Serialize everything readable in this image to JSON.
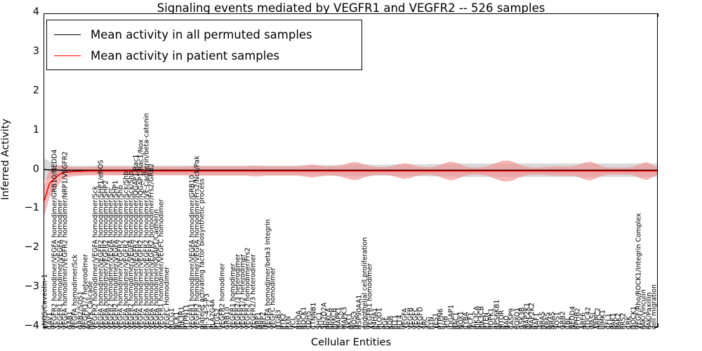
{
  "chart_data": {
    "type": "area",
    "title": "Signaling events mediated by VEGFR1 and VEGFR2 -- 526 samples",
    "xlabel": "Cellular Entities",
    "ylabel": "Inferred Activity",
    "ylim": [
      -4,
      4
    ],
    "yticks": [
      4,
      3,
      2,
      1,
      0,
      -1,
      -2,
      -3,
      -4
    ],
    "grid": false,
    "legend_position": "upper-left",
    "n_samples": 526,
    "colors": {
      "permuted_line": "#000000",
      "patient_line": "#ff0000",
      "permuted_band": "#d9d9d9",
      "patient_band": "#f4a0a0"
    },
    "legend": [
      {
        "label": "Mean activity in all permuted samples",
        "color": "#000000"
      },
      {
        "label": "Mean activity in patient samples",
        "color": "#ff0000"
      }
    ],
    "series": [
      {
        "name": "Mean activity in all permuted samples",
        "values": [
          0.02,
          0.01,
          0.01,
          0.0,
          0.0,
          0.0,
          0.0,
          0.0,
          0.0,
          0.0,
          0.0,
          0.0,
          0.0,
          0.0,
          0.0,
          0.0,
          0.0,
          0.0,
          0.0,
          0.0,
          0.0,
          0.0,
          0.0,
          0.0,
          0.0,
          0.0,
          0.0,
          0.0,
          0.0,
          0.0,
          0.0,
          0.0,
          0.0,
          0.0,
          0.0,
          0.0,
          0.0,
          0.0,
          0.0,
          0.0,
          0.0,
          0.0,
          0.0,
          0.0,
          0.0,
          0.0,
          0.0,
          0.0,
          0.0,
          0.0,
          0.0,
          0.0,
          0.0,
          0.0,
          0.0,
          0.0,
          0.0,
          0.0,
          0.0,
          0.0,
          0.0,
          0.0,
          0.0,
          0.0,
          0.0,
          0.0,
          0.0,
          0.0,
          0.0,
          0.0,
          0.0,
          0.0,
          0.0,
          0.0,
          0.0,
          0.0,
          0.0,
          0.0,
          0.0,
          0.0,
          0.0,
          0.0,
          0.0,
          0.0,
          0.0,
          0.0,
          0.0,
          0.0,
          0.0,
          0.0,
          0.0,
          0.0,
          0.0,
          0.0,
          0.0,
          0.0,
          0.0,
          0.0,
          0.0,
          0.0,
          0.0,
          0.0,
          0.0,
          0.0,
          0.0,
          0.0,
          0.0,
          0.0,
          0.0,
          0.0,
          0.0,
          0.0,
          0.0,
          0.0,
          0.0,
          0.0,
          0.0,
          0.0,
          0.0,
          0.0
        ]
      },
      {
        "name": "Mean activity in patient samples",
        "values": [
          -0.78,
          -0.34,
          -0.22,
          -0.1,
          -0.05,
          -0.04,
          -0.03,
          -0.03,
          -0.02,
          -0.02,
          -0.02,
          -0.02,
          -0.02,
          -0.02,
          -0.02,
          -0.02,
          -0.02,
          -0.02,
          -0.02,
          -0.02,
          -0.02,
          -0.02,
          -0.02,
          -0.02,
          -0.02,
          -0.02,
          -0.02,
          -0.02,
          -0.02,
          -0.02,
          -0.02,
          -0.02,
          -0.02,
          -0.02,
          -0.02,
          -0.02,
          -0.02,
          -0.02,
          -0.02,
          -0.02,
          -0.02,
          -0.02,
          -0.02,
          -0.02,
          -0.02,
          -0.02,
          -0.02,
          -0.02,
          -0.02,
          -0.02,
          -0.02,
          -0.02,
          -0.02,
          -0.02,
          -0.02,
          -0.02,
          -0.02,
          -0.02,
          -0.02,
          -0.02,
          -0.02,
          -0.02,
          -0.02,
          -0.02,
          -0.02,
          -0.02,
          -0.02,
          -0.02,
          -0.02,
          -0.02,
          -0.02,
          -0.02,
          -0.02,
          -0.02,
          -0.02,
          -0.02,
          -0.02,
          -0.02,
          -0.02,
          -0.02,
          -0.02,
          -0.02,
          -0.02,
          -0.02,
          -0.02,
          -0.02,
          -0.02,
          -0.02,
          -0.02,
          -0.02,
          -0.02,
          -0.02,
          -0.02,
          -0.02,
          -0.02,
          -0.02,
          -0.02,
          -0.02,
          -0.02,
          -0.02,
          -0.02,
          -0.02,
          -0.02,
          -0.02,
          -0.02,
          -0.02,
          -0.02,
          -0.02,
          -0.02,
          -0.02,
          -0.02,
          -0.02,
          -0.02,
          -0.02,
          -0.02,
          -0.02,
          -0.02,
          -0.02,
          -0.02,
          -0.02
        ]
      }
    ],
    "permuted_band_halfwidth": [
      0.28,
      0.22,
      0.16,
      0.13,
      0.12,
      0.12,
      0.11,
      0.11,
      0.11,
      0.11,
      0.12,
      0.12,
      0.12,
      0.12,
      0.12,
      0.12,
      0.12,
      0.12,
      0.12,
      0.12,
      0.12,
      0.12,
      0.12,
      0.12,
      0.12,
      0.12,
      0.12,
      0.12,
      0.12,
      0.12,
      0.12,
      0.12,
      0.12,
      0.12,
      0.12,
      0.12,
      0.12,
      0.12,
      0.12,
      0.12,
      0.12,
      0.12,
      0.12,
      0.12,
      0.12,
      0.12,
      0.12,
      0.12,
      0.12,
      0.12,
      0.13,
      0.13,
      0.13,
      0.13,
      0.13,
      0.13,
      0.13,
      0.14,
      0.14,
      0.15,
      0.16,
      0.16,
      0.16,
      0.15,
      0.14,
      0.14,
      0.14,
      0.14,
      0.15,
      0.15,
      0.15,
      0.15,
      0.15,
      0.15,
      0.15,
      0.16,
      0.16,
      0.16,
      0.16,
      0.16,
      0.17,
      0.17,
      0.17,
      0.17,
      0.17,
      0.17,
      0.17,
      0.17,
      0.17,
      0.17,
      0.17,
      0.17,
      0.17,
      0.17,
      0.17,
      0.17,
      0.17,
      0.17,
      0.17,
      0.17,
      0.17,
      0.17,
      0.17,
      0.17,
      0.17,
      0.17,
      0.17,
      0.17,
      0.17,
      0.17,
      0.17,
      0.17,
      0.17,
      0.17,
      0.17,
      0.17,
      0.17,
      0.17,
      0.17,
      0.17
    ],
    "patient_band_halfwidth": [
      0.4,
      0.36,
      0.3,
      0.22,
      0.16,
      0.13,
      0.12,
      0.11,
      0.11,
      0.11,
      0.11,
      0.11,
      0.11,
      0.11,
      0.11,
      0.11,
      0.11,
      0.11,
      0.11,
      0.11,
      0.11,
      0.11,
      0.11,
      0.11,
      0.11,
      0.11,
      0.11,
      0.11,
      0.12,
      0.12,
      0.12,
      0.12,
      0.12,
      0.12,
      0.12,
      0.12,
      0.12,
      0.12,
      0.12,
      0.12,
      0.13,
      0.14,
      0.13,
      0.12,
      0.12,
      0.12,
      0.12,
      0.12,
      0.12,
      0.12,
      0.13,
      0.15,
      0.17,
      0.15,
      0.13,
      0.12,
      0.12,
      0.13,
      0.16,
      0.2,
      0.23,
      0.22,
      0.17,
      0.13,
      0.11,
      0.1,
      0.1,
      0.11,
      0.14,
      0.18,
      0.2,
      0.18,
      0.14,
      0.11,
      0.1,
      0.1,
      0.12,
      0.16,
      0.21,
      0.24,
      0.21,
      0.16,
      0.11,
      0.09,
      0.09,
      0.1,
      0.12,
      0.17,
      0.22,
      0.26,
      0.27,
      0.24,
      0.18,
      0.13,
      0.1,
      0.09,
      0.09,
      0.1,
      0.11,
      0.12,
      0.12,
      0.12,
      0.12,
      0.13,
      0.17,
      0.22,
      0.24,
      0.2,
      0.14,
      0.1,
      0.09,
      0.09,
      0.09,
      0.09,
      0.1,
      0.14,
      0.2,
      0.23,
      0.17,
      0.1
    ]
  },
  "categories": [
    "eNOS/Caveolin-1",
    "CAV1",
    "VEGFR2 homodimer/VEGFA homodimer/GRB10/NEDD4",
    "VEGFR1 homodimer/VEGFA homodimer",
    "VEGFA homodimer/VEGFR2 homodimer/NRP1/VEGFR2",
    "GAB1",
    "VEGFA homodimer/Sck",
    "GRB2/SOS1",
    "VEGFR1/2 heterodimer",
    "MAPK Cascade",
    "VEGFR2 homodimer/VEGFA homodimer/Sck",
    "VEGFA homodimer/VEGFR2 homodimer/SHP1/eNOS",
    "VEGFA homodimer/VEGFR2 homodimer/SHP2",
    "VEGFR2 homodimer/VEGFA homodimer/Src",
    "VEGFR2 homodimer/VEGFA homodimer/SHP1",
    "VEGFA homodimer/VEGFR2 homodimer/Shb",
    "VEGFA homodimer/VEGFR2 homodimer/Sck/Shb",
    "VEGFR2 homodimer/VEGFA homodimer/Sck/Shb",
    "VEGFA homodimer/VEGFR2 homodimer/IQGAP1/Rac1",
    "VEGFA homodimer/VEGFR2 homodimer/IQGAP1/Rac1/Nox",
    "VEGFA homodimer/VEGFR2 homodimer/VE-Cadherin/beta-catenin",
    "VEGFA homodimer/VEGFR2 homodimer/Frs2/GRB2",
    "VEGFA homodimer/IQGAP1/Cadherin",
    "VEGFR1 homodimer/VEGFC homodimer",
    "VEGFC Homodimer",
    "PLCG1",
    "NCK1",
    "PIK3R1",
    "PTPN11",
    "VEGFR1 homodimer/VEGFA homodimer/GRB10",
    "VEGFR2 homodimer/VEGFA homodimer/Frs2/Nck/Pak",
    "platelet activating factor biosynthetic process",
    "PI-3-4-5-P3",
    "PLA2G4A",
    "PTGS2",
    "VEGFR2 homodimer",
    "GRB10",
    "VEGFR1 homodimer",
    "VEGFR2/3 heterodimer",
    "VEGFR1/2 heterodimer",
    "VEGFR2 homodimer/Frs2",
    "VEGFR2/3 heterodimer",
    "NRP1",
    "NRP2",
    "VEGFA homodimer/beta3 Integrin",
    "VEGFC homodimer",
    "ITGB3",
    "PTK2",
    "PXN",
    "VCL",
    "RHOA",
    "ROCK1",
    "CDH5",
    "CTNNB1",
    "SHC1",
    "SH2D2A",
    "PRKCA",
    "PRKCB",
    "MAPK1",
    "MAPK3",
    "AKT1",
    "NOS3",
    "HSP90AA1",
    "endothelial cell proliferation",
    "VEGFR1 homodimer",
    "P4HA1",
    "PLOD1",
    "PGF",
    "KDR",
    "FLT1",
    "FLT4",
    "VEGFA",
    "VEGFB",
    "VEGFC",
    "VEGFD",
    "SRC",
    "FYN",
    "YES1",
    "PTPN6",
    "SHB",
    "IQGAP1",
    "RAC1",
    "NOX1",
    "CYBA",
    "NCF1",
    "PIK3CA",
    "PIK3CB",
    "PTEN",
    "PDPK1",
    "RPS6KB1",
    "MTOR",
    "BAD",
    "CASP9",
    "FOXO1",
    "GSK3B",
    "MAP2K1",
    "MAP2K2",
    "RAF1",
    "HRAS",
    "KRAS",
    "NRAS",
    "SOS1",
    "GRB2",
    "CBL",
    "NEDD4",
    "EPHB2",
    "ARF6",
    "CDC42",
    "WASL",
    "ARPC2",
    "LIMK1",
    "CFL1",
    "PAK1",
    "PAK2",
    "FRS2",
    "CRK",
    "DOCK1",
    "VEGF/Rho/ROCK1/Integrin Complex",
    "FAK/Vinculin",
    "FAK/Paxillin",
    "cell migration"
  ],
  "axis": {
    "y_label": "Inferred Activity",
    "x_label": "Cellular Entities",
    "y_ticks": [
      "4",
      "3",
      "2",
      "1",
      "0",
      "-1",
      "-2",
      "-3",
      "-4"
    ]
  },
  "legend": {
    "entries": [
      {
        "label": "Mean activity in all permuted samples"
      },
      {
        "label": "Mean activity in patient samples"
      }
    ]
  }
}
